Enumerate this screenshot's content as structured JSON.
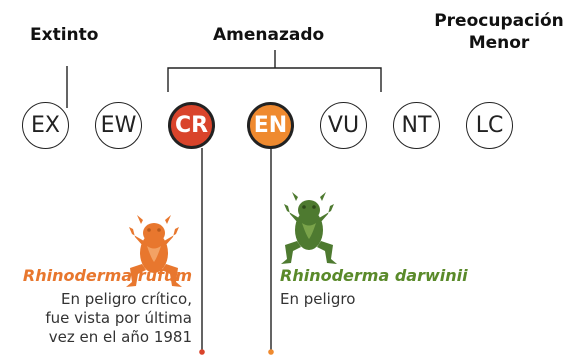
{
  "groups": {
    "extinct": "Extinto",
    "threatened": "Amenazado",
    "least_concern_line1": "Preocupación",
    "least_concern_line2": "Menor"
  },
  "categories": [
    "EX",
    "EW",
    "CR",
    "EN",
    "VU",
    "NT",
    "LC"
  ],
  "species": [
    {
      "name": "Rhinoderma rufum",
      "status_line1": "En peligro crítico,",
      "status_line2": "fue vista por última",
      "status_line3": "vez en el año 1981",
      "color": "#e8772e",
      "icon": "frog-icon"
    },
    {
      "name": "Rhinoderma darwinii",
      "status_line1": "En peligro",
      "color": "#4e7a30",
      "icon": "frog-icon"
    }
  ],
  "colors": {
    "cr": "#d9442b",
    "en": "#ef8a2f",
    "rufum_name": "#e8772e",
    "darwinii_name": "#5a8a2a"
  }
}
